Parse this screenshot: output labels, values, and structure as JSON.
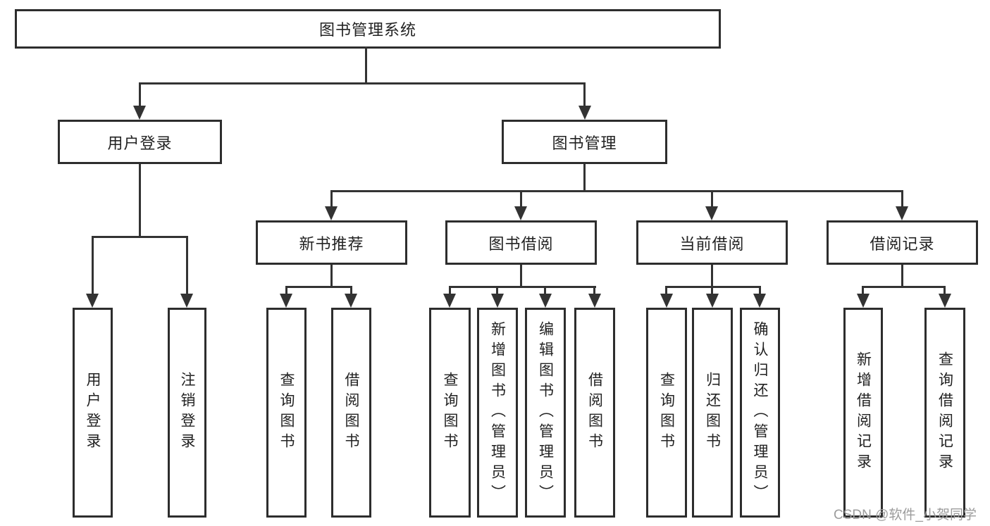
{
  "diagram": {
    "title_node": {
      "label": "图书管理系统"
    },
    "level2": [
      {
        "label": "用户登录"
      },
      {
        "label": "图书管理"
      }
    ],
    "level3": [
      {
        "label": "新书推荐",
        "parent": "图书管理"
      },
      {
        "label": "图书借阅",
        "parent": "图书管理"
      },
      {
        "label": "当前借阅",
        "parent": "图书管理"
      },
      {
        "label": "借阅记录",
        "parent": "图书管理"
      }
    ],
    "leaves": [
      {
        "label": "用户登录",
        "parent": "用户登录"
      },
      {
        "label": "注销登录",
        "parent": "用户登录"
      },
      {
        "label": "查询图书",
        "parent": "新书推荐"
      },
      {
        "label": "借阅图书",
        "parent": "新书推荐"
      },
      {
        "label": "查询图书",
        "parent": "图书借阅"
      },
      {
        "label": "新增图书（管理员）",
        "parent": "图书借阅"
      },
      {
        "label": "编辑图书（管理员）",
        "parent": "图书借阅"
      },
      {
        "label": "借阅图书",
        "parent": "图书借阅"
      },
      {
        "label": "查询图书",
        "parent": "当前借阅"
      },
      {
        "label": "归还图书",
        "parent": "当前借阅"
      },
      {
        "label": "确认归还（管理员）",
        "parent": "当前借阅"
      },
      {
        "label": "新增借阅记录",
        "parent": "借阅记录"
      },
      {
        "label": "查询借阅记录",
        "parent": "借阅记录"
      }
    ]
  },
  "watermark": {
    "text": "CSDN @软件_小贺同学"
  },
  "colors": {
    "line": "#333333",
    "box_border": "#2d2d2d",
    "text": "#222222",
    "watermark": "#9c9c9c",
    "background": "#ffffff"
  }
}
